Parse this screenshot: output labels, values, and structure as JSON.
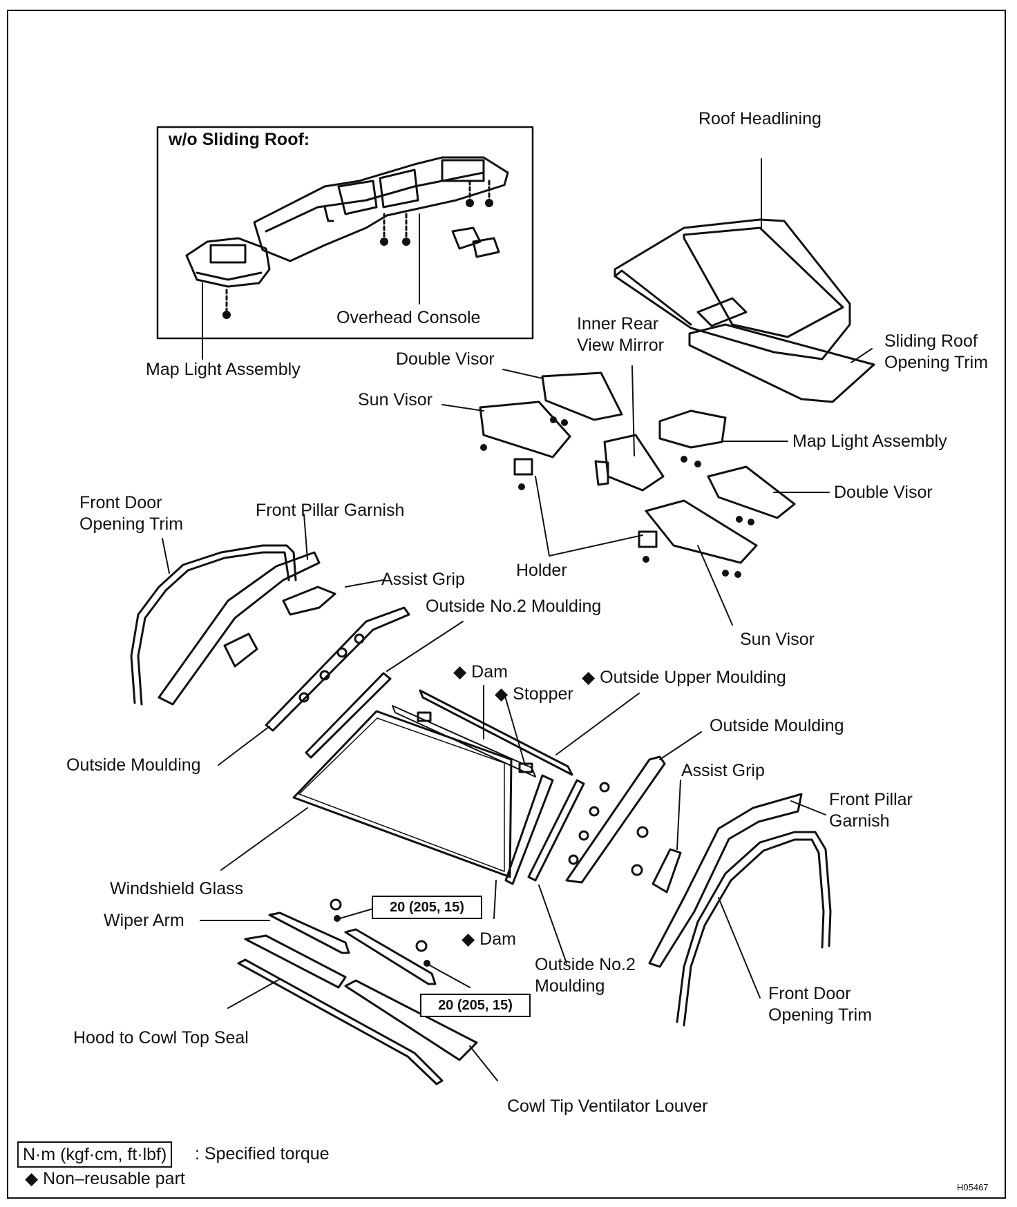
{
  "inset": {
    "title": "w/o Sliding Roof:"
  },
  "labels": {
    "roof_headlining": "Roof Headlining",
    "overhead_console": "Overhead Console",
    "map_light_assembly_1": "Map Light Assembly",
    "inner_rear_view_mirror_1": "Inner Rear",
    "inner_rear_view_mirror_2": "View Mirror",
    "sliding_roof_trim_1": "Sliding Roof",
    "sliding_roof_trim_2": "Opening Trim",
    "double_visor_1": "Double Visor",
    "sun_visor_1": "Sun Visor",
    "map_light_assembly_2": "Map Light Assembly",
    "double_visor_2": "Double Visor",
    "front_door_opening_trim_l1": "Front Door",
    "front_door_opening_trim_l2": "Opening Trim",
    "front_pillar_garnish_1": "Front Pillar Garnish",
    "holder": "Holder",
    "assist_grip_1": "Assist Grip",
    "outside_no2_moulding_1": "Outside No.2 Moulding",
    "sun_visor_2": "Sun Visor",
    "dam_1": "◆ Dam",
    "outside_upper_moulding": "◆ Outside Upper Moulding",
    "stopper": "◆ Stopper",
    "outside_moulding_1": "Outside Moulding",
    "outside_moulding_2": "Outside Moulding",
    "assist_grip_2": "Assist Grip",
    "front_pillar_garnish_2a": "Front Pillar",
    "front_pillar_garnish_2b": "Garnish",
    "windshield_glass": "Windshield Glass",
    "wiper_arm": "Wiper Arm",
    "dam_2": "◆ Dam",
    "outside_no2_moulding_2a": "Outside No.2",
    "outside_no2_moulding_2b": "Moulding",
    "front_door_opening_trim_r1": "Front Door",
    "front_door_opening_trim_r2": "Opening Trim",
    "hood_to_cowl_top_seal": "Hood to Cowl Top Seal",
    "cowl_tip_ventilator_louver": "Cowl Tip Ventilator Louver"
  },
  "torque": {
    "value_1": "20 (205, 15)",
    "value_2": "20 (205, 15)"
  },
  "legend": {
    "torque_unit": "N·m (kgf·cm, ft·lbf)",
    "torque_desc": ": Specified torque",
    "nonreusable": "◆ Non–reusable part"
  },
  "figure_id": "H05467"
}
